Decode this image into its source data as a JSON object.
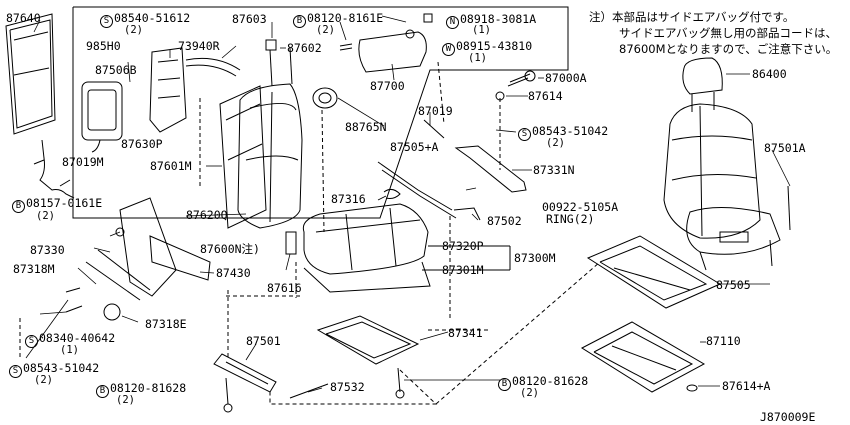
{
  "note": {
    "line1": "注）本部品はサイドエアバッグ付です。",
    "line2": "サイドエアバッグ無し用の部品コードは、",
    "line3": "87600Mとなりますので、ご注意下さい。"
  },
  "reference_code": "J870009E",
  "parts": {
    "p87640": "87640",
    "p985H0": "985H0",
    "p87506B": "87506B",
    "p87630P": "87630P",
    "p87019M": "87019M",
    "b08157": {
      "prefix": "B",
      "code": "08157-0161E",
      "qty": "(2)"
    },
    "s08540": {
      "prefix": "S",
      "code": "08540-51612",
      "qty": "(2)"
    },
    "p87603": "87603",
    "p73940R": "73940R",
    "b08120_8161E": {
      "prefix": "B",
      "code": "08120-8161E",
      "qty": "(2)"
    },
    "p87602": "87602",
    "n08918": {
      "prefix": "N",
      "code": "08918-3081A",
      "qty": "(1)"
    },
    "w08915": {
      "prefix": "W",
      "code": "08915-43810",
      "qty": "(1)"
    },
    "p87700": "87700",
    "p88765N": "88765N",
    "p87601M": "87601M",
    "p87620Q": "87620Q",
    "p87600N": "87600N注)",
    "p87000A": "87000A",
    "p87614": "87614",
    "p87019": "87019",
    "p87505A": "87505+A",
    "s08543_top": {
      "prefix": "S",
      "code": "08543-51042",
      "qty": "(2)"
    },
    "p87331N": "87331N",
    "p87316": "87316",
    "p00922": "00922-5105A",
    "ring": "RING(2)",
    "p87502": "87502",
    "p87320P": "87320P",
    "p87301M": "87301M",
    "p87300M": "87300M",
    "p87330": "87330",
    "p87318M": "87318M",
    "p87430": "87430",
    "p87616": "87616",
    "p87318E": "87318E",
    "s08340": {
      "prefix": "S",
      "code": "08340-40642",
      "qty": "(1)"
    },
    "s08543_bot": {
      "prefix": "S",
      "code": "08543-51042",
      "qty": "(2)"
    },
    "p87501": "87501",
    "p87532": "87532",
    "b08120_81628_left": {
      "prefix": "B",
      "code": "08120-81628",
      "qty": "(2)"
    },
    "b08120_81628_mid": {
      "prefix": "B",
      "code": "08120-81628",
      "qty": "(2)"
    },
    "p87341": "87341",
    "p86400": "86400",
    "p87501A": "87501A",
    "p87505": "87505",
    "p87110": "87110",
    "p87614A": "87614+A"
  }
}
